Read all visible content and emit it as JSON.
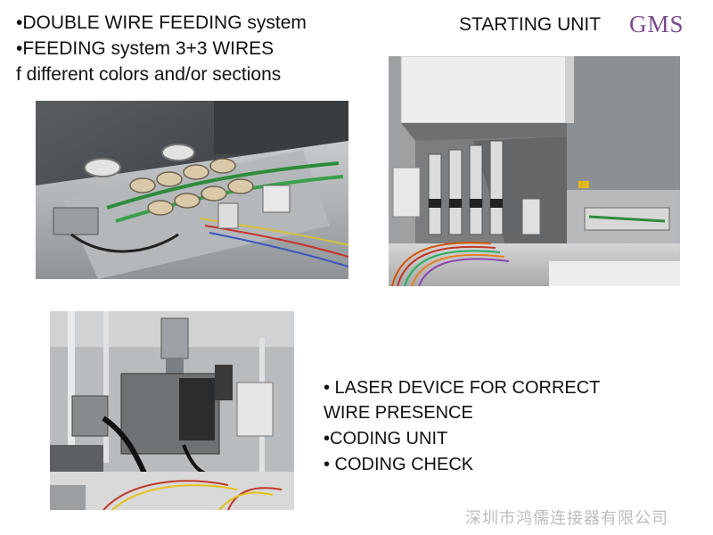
{
  "top_left_text": {
    "line1": "•DOUBLE WIRE FEEDING system",
    "line2": "•FEEDING system 3+3 WIRES",
    "line3": "f different colors and/or sections"
  },
  "header": {
    "starting_unit": "STARTING UNIT",
    "logo": "GMS"
  },
  "bottom_right_text": {
    "line1": "• LASER DEVICE FOR CORRECT",
    "line2": "WIRE PRESENCE",
    "line3": "•CODING UNIT",
    "line4": "• CODING CHECK"
  },
  "watermark": "深圳市鸿儒连接器有限公司",
  "photos": {
    "feeding": "feeding-system-photo",
    "starting": "starting-unit-photo",
    "coding": "coding-unit-photo"
  },
  "colors": {
    "text": "#111111",
    "logo": "#7a4a8c",
    "watermark": "#bdbdbd"
  }
}
